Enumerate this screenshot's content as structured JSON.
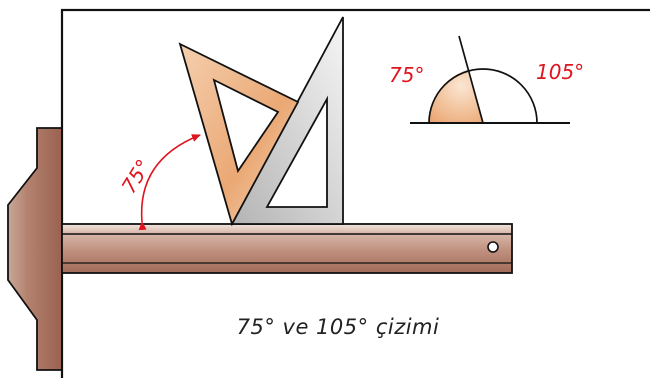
{
  "angles": {
    "arc_label": "75°",
    "left_label": "75°",
    "right_label": "105°"
  },
  "caption": "75° ve 105° çizimi",
  "colors": {
    "outline": "#111111",
    "annotation": "#e0141e",
    "board": "#ffffff"
  }
}
